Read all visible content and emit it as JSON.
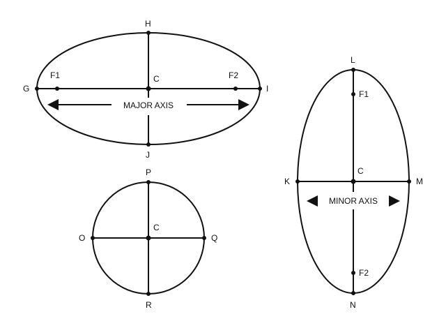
{
  "horizontal_ellipse": {
    "left": "G",
    "right": "I",
    "top": "H",
    "bottom": "J",
    "center": "C",
    "focus1": "F1",
    "focus2": "F2",
    "axis_label": "MAJOR AXIS"
  },
  "circle": {
    "left": "O",
    "right": "Q",
    "top": "P",
    "bottom": "R",
    "center": "C"
  },
  "vertical_ellipse": {
    "left": "K",
    "right": "M",
    "top": "L",
    "bottom": "N",
    "center": "C",
    "focus1": "F1",
    "focus2": "F2",
    "axis_label": "MINOR AXIS"
  }
}
